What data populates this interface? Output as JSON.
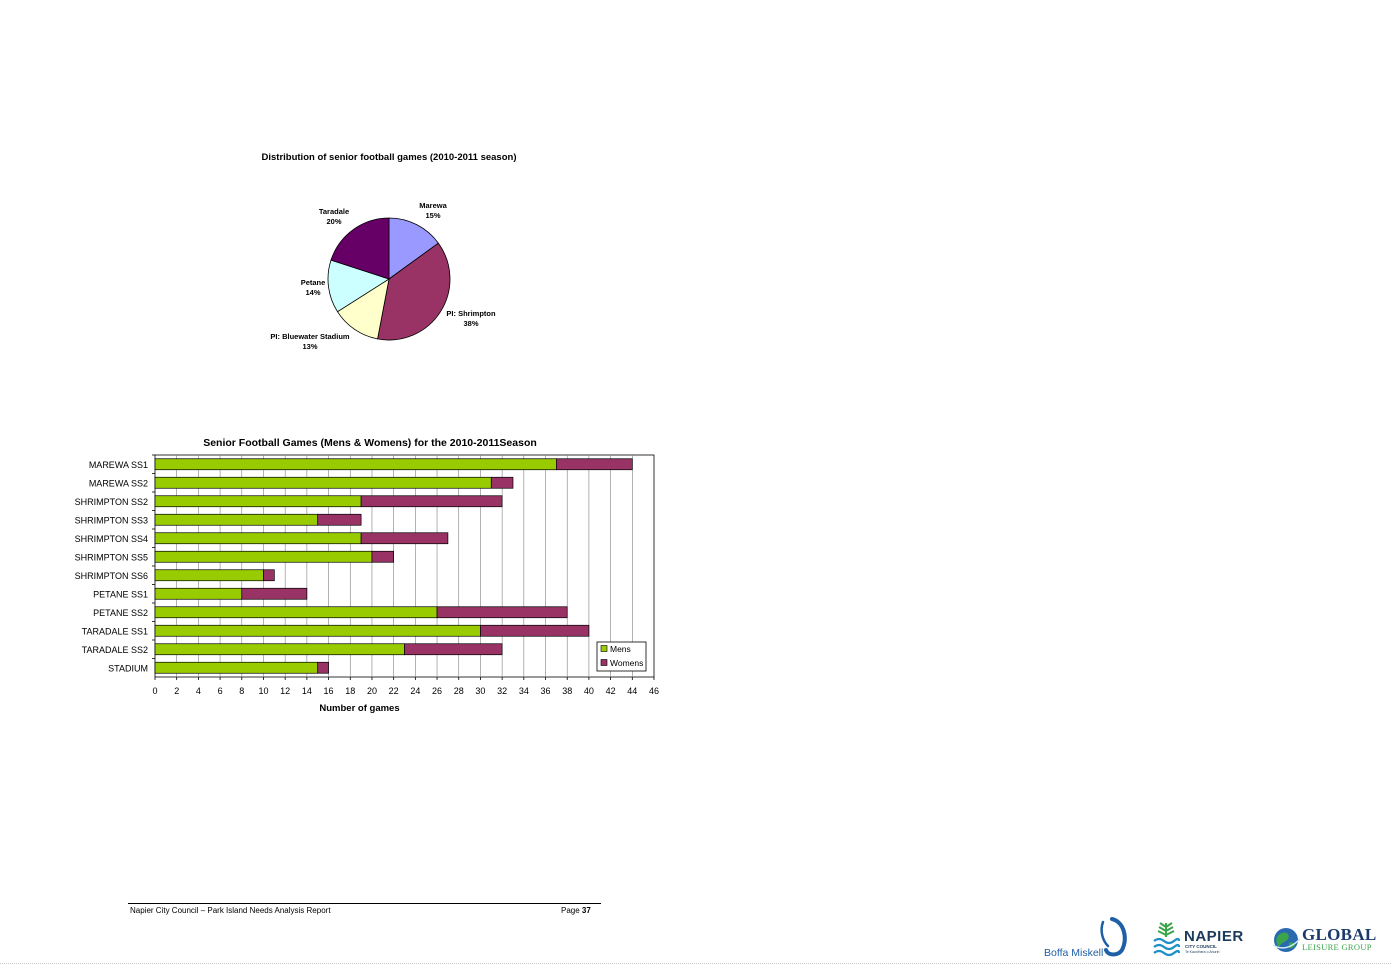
{
  "chart_data": [
    {
      "type": "pie",
      "title": "Distribution of senior football games (2010-2011 season)",
      "slices": [
        {
          "label": "Marewa",
          "pct_label": "15%",
          "value": 15,
          "color": "#9999ff"
        },
        {
          "label": "PI: Shrimpton",
          "pct_label": "38%",
          "value": 38,
          "color": "#993366"
        },
        {
          "label": "PI: Bluewater Stadium",
          "pct_label": "13%",
          "value": 13,
          "color": "#ffffcc"
        },
        {
          "label": "Petane",
          "pct_label": "14%",
          "value": 14,
          "color": "#ccffff"
        },
        {
          "label": "Taradale",
          "pct_label": "20%",
          "value": 20,
          "color": "#660066"
        }
      ]
    },
    {
      "type": "bar",
      "orientation": "horizontal",
      "stacked": true,
      "title": "Senior Football Games (Mens & Womens) for the 2010-2011Season",
      "xlabel": "Number of games",
      "xlim": [
        0,
        46
      ],
      "xticks": [
        "0",
        "2",
        "4",
        "6",
        "8",
        "10",
        "12",
        "14",
        "16",
        "18",
        "20",
        "22",
        "24",
        "26",
        "28",
        "30",
        "32",
        "34",
        "36",
        "38",
        "40",
        "42",
        "44",
        "46"
      ],
      "grid": "vertical",
      "legend_position": "bottom-right",
      "categories": [
        "MAREWA SS1",
        "MAREWA SS2",
        "SHRIMPTON SS2",
        "SHRIMPTON SS3",
        "SHRIMPTON SS4",
        "SHRIMPTON SS5",
        "SHRIMPTON SS6",
        "PETANE SS1",
        "PETANE SS2",
        "TARADALE SS1",
        "TARADALE SS2",
        "STADIUM"
      ],
      "series": [
        {
          "name": "Mens",
          "color": "#99cc00",
          "values": [
            37,
            31,
            19,
            15,
            19,
            20,
            10,
            8,
            26,
            30,
            23,
            15
          ]
        },
        {
          "name": "Womens",
          "color": "#993366",
          "values": [
            7,
            2,
            13,
            4,
            8,
            2,
            1,
            6,
            12,
            10,
            9,
            1
          ]
        }
      ]
    }
  ],
  "footer": {
    "left": "Napier City Council – Park Island Needs Analysis Report",
    "page_prefix": "Page",
    "page_number": "37"
  },
  "logos": {
    "boffa": "Boffa Miskell",
    "napier": "NAPIER",
    "napier_sub": "CITY COUNCIL",
    "napier_sub2": "Te Kaunihera o Ahuriri",
    "global": "GLOBAL",
    "global_sub": "LEISURE GROUP",
    "colors": {
      "boffa": "#1f5fa6",
      "napier": "#1b3a5c",
      "global": "#1b3a6c",
      "global_green": "#3aa54a"
    }
  }
}
